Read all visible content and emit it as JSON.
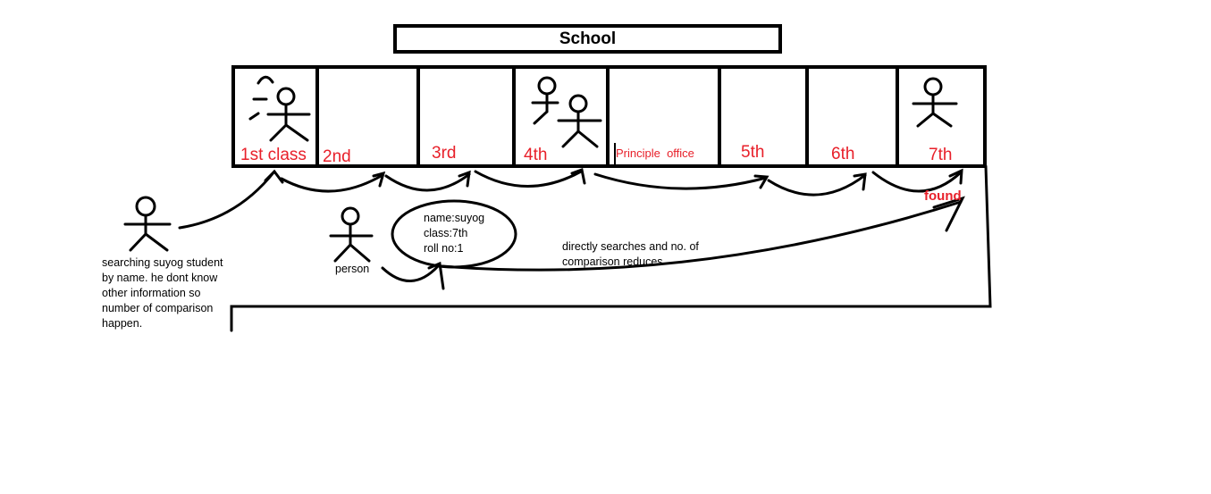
{
  "title": "School",
  "rooms": [
    {
      "label": "1st class"
    },
    {
      "label": "2nd"
    },
    {
      "label": "3rd"
    },
    {
      "label": "4th"
    },
    {
      "label": "Principle  office"
    },
    {
      "label": "5th"
    },
    {
      "label": "6th"
    },
    {
      "label": "7th"
    }
  ],
  "found_label": "found",
  "left_note": [
    "searching suyog student",
    "by name. he dont know",
    "other information so",
    "number of comparison",
    "happen."
  ],
  "person_label": "person",
  "info_bubble": [
    "name:suyog",
    "class:7th",
    "roll no:1"
  ],
  "direct_note": [
    "directly searches and no. of",
    "comparison reduces"
  ],
  "colors": {
    "ink": "#000000",
    "label_red": "#e8202a"
  }
}
